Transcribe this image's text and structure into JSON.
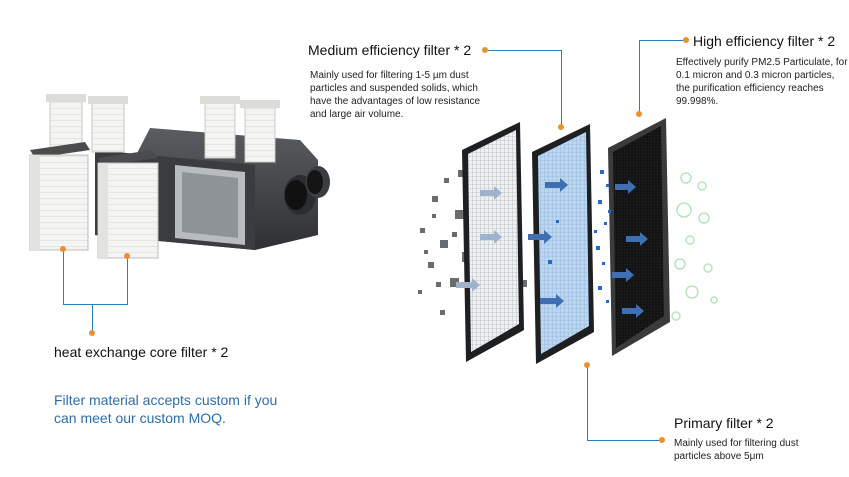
{
  "labels": {
    "medium": {
      "title": "Medium efficiency filter * 2",
      "desc": "Mainly used for filtering 1-5 µm dust particles and suspended solids, which have the advantages of low resistance and large air volume."
    },
    "high": {
      "title": "High efficiency filter * 2",
      "desc": "Effectively purify PM2.5 Particulate, for 0.1 micron and 0.3 micron particles, the purification efficiency reaches 99.998%."
    },
    "core": {
      "title": "heat exchange core filter * 2"
    },
    "custom": {
      "text": "Filter material accepts custom if you can meet our custom MOQ."
    },
    "primary": {
      "title": "Primary filter * 2",
      "desc": "Mainly used for filtering dust particles above 5μm"
    }
  },
  "colors": {
    "accent_orange": "#e8922f",
    "leader_line_blue": "#2a7fb8",
    "custom_text_blue": "#2e6da4"
  }
}
